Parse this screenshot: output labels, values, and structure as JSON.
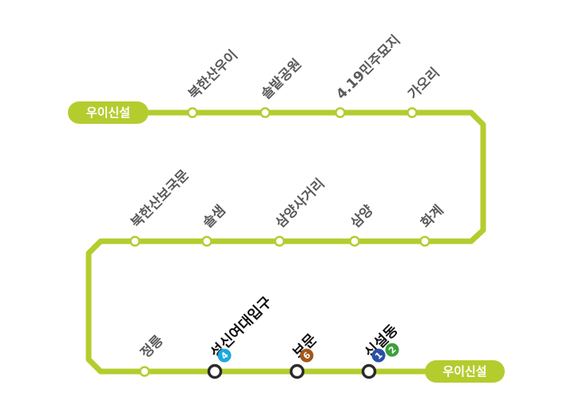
{
  "line": {
    "color": "#b5cc2e",
    "terminal_start": "우이신설",
    "terminal_end": "우이신설"
  },
  "stations": [
    {
      "name": "북한산우이",
      "transfer": false,
      "lines": []
    },
    {
      "name": "솔밭공원",
      "transfer": false,
      "lines": []
    },
    {
      "name": "4.19민주묘지",
      "transfer": false,
      "lines": []
    },
    {
      "name": "가오리",
      "transfer": false,
      "lines": []
    },
    {
      "name": "화계",
      "transfer": false,
      "lines": []
    },
    {
      "name": "삼양",
      "transfer": false,
      "lines": []
    },
    {
      "name": "삼양사거리",
      "transfer": false,
      "lines": []
    },
    {
      "name": "솔샘",
      "transfer": false,
      "lines": []
    },
    {
      "name": "북한산보국문",
      "transfer": false,
      "lines": []
    },
    {
      "name": "정릉",
      "transfer": false,
      "lines": []
    },
    {
      "name": "성신여대입구",
      "transfer": true,
      "lines": [
        {
          "num": "4",
          "color": "#1ca9df"
        }
      ]
    },
    {
      "name": "보문",
      "transfer": true,
      "lines": [
        {
          "num": "6",
          "color": "#a2571b"
        }
      ]
    },
    {
      "name": "신설동",
      "transfer": true,
      "lines": [
        {
          "num": "1",
          "color": "#2a4fa8"
        },
        {
          "num": "2",
          "color": "#3aa03a"
        }
      ]
    }
  ]
}
